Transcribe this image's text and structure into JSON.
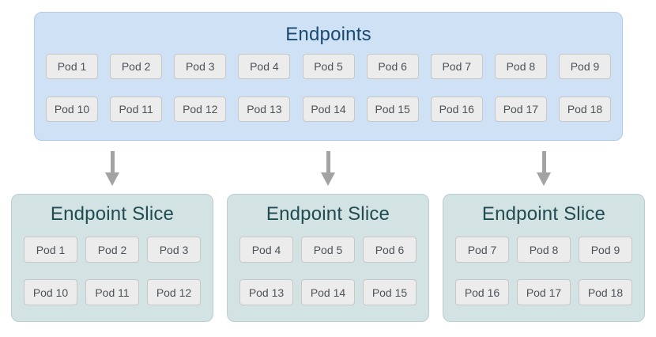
{
  "colors": {
    "endpoints_fill": "#cfe1f4",
    "endpoints_border": "#b3cbe8",
    "endpoints_title": "#1a4a72",
    "slice_fill": "#d3e2e3",
    "slice_border": "#b9cfd0",
    "slice_title": "#1f4b51",
    "pod_fill": "#ececec",
    "pod_border": "#c7c7c7",
    "pod_text": "#4d5256",
    "arrow": "#a3a3a3",
    "page_bg": "#ffffff"
  },
  "endpoints": {
    "title": "Endpoints",
    "pod_rows": [
      [
        "Pod 1",
        "Pod 2",
        "Pod 3",
        "Pod 4",
        "Pod 5",
        "Pod 6",
        "Pod 7",
        "Pod 8",
        "Pod 9"
      ],
      [
        "Pod 10",
        "Pod 11",
        "Pod 12",
        "Pod 13",
        "Pod 14",
        "Pod 15",
        "Pod 16",
        "Pod 17",
        "Pod 18"
      ]
    ]
  },
  "arrows": [
    "down-arrow",
    "down-arrow",
    "down-arrow"
  ],
  "slices": [
    {
      "title": "Endpoint Slice",
      "pod_rows": [
        [
          "Pod 1",
          "Pod 2",
          "Pod 3"
        ],
        [
          "Pod 10",
          "Pod 11",
          "Pod 12"
        ]
      ]
    },
    {
      "title": "Endpoint Slice",
      "pod_rows": [
        [
          "Pod 4",
          "Pod 5",
          "Pod 6"
        ],
        [
          "Pod 13",
          "Pod 14",
          "Pod 15"
        ]
      ]
    },
    {
      "title": "Endpoint Slice",
      "pod_rows": [
        [
          "Pod 7",
          "Pod 8",
          "Pod 9"
        ],
        [
          "Pod 16",
          "Pod 17",
          "Pod 18"
        ]
      ]
    }
  ]
}
